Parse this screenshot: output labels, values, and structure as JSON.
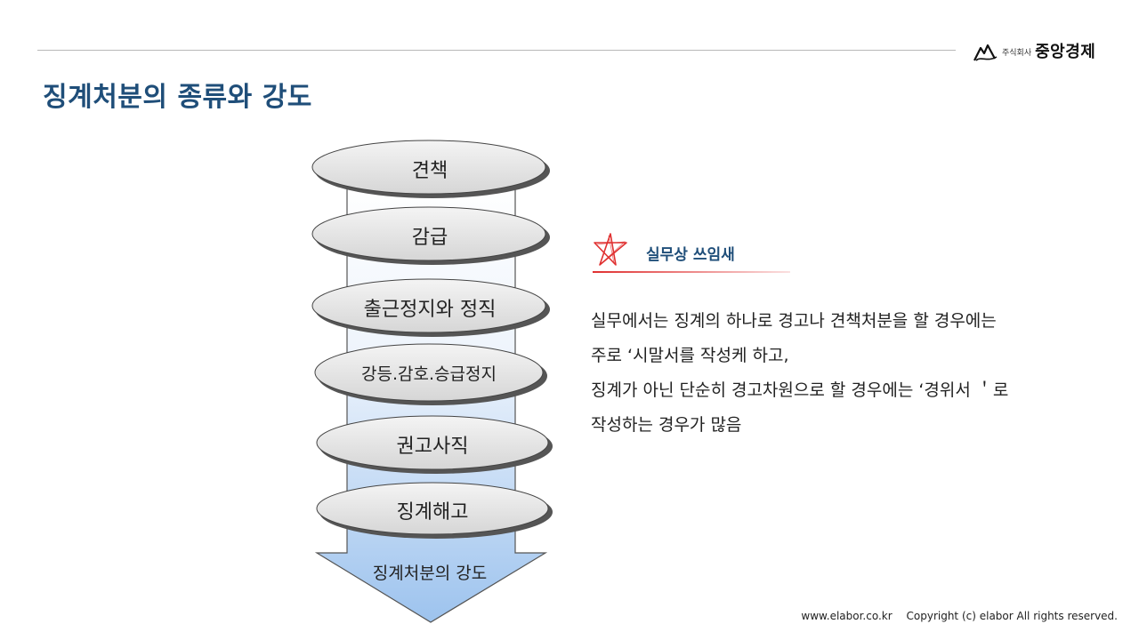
{
  "header": {
    "title": "징계처분의 종류와 강도",
    "logo_small": "주식회사",
    "logo_big": "중앙경제"
  },
  "diagram": {
    "stages": [
      "견책",
      "감급",
      "출근정지와 정직",
      "강등.감호.승급정지",
      "권고사직",
      "징계해고"
    ],
    "arrow_label": "징계처분의 강도"
  },
  "note": {
    "heading": "실무상 쓰임새",
    "lines": [
      "실무에서는 징계의 하나로 경고나 견책처분을 할 경우에는",
      "주로 ‘시말서를 작성케 하고,",
      "징계가 아닌 단순히 경고차원으로 할 경우에는 ‘경위서 ＇로",
      "작성하는 경우가 많음"
    ]
  },
  "footer": {
    "site": "www.elabor.co.kr",
    "copyright": "Copyright (c) elabor All rights reserved."
  },
  "colors": {
    "title": "#1f4e79",
    "accent_red": "#e03030",
    "arrow_fill": "#9dc3ee"
  }
}
